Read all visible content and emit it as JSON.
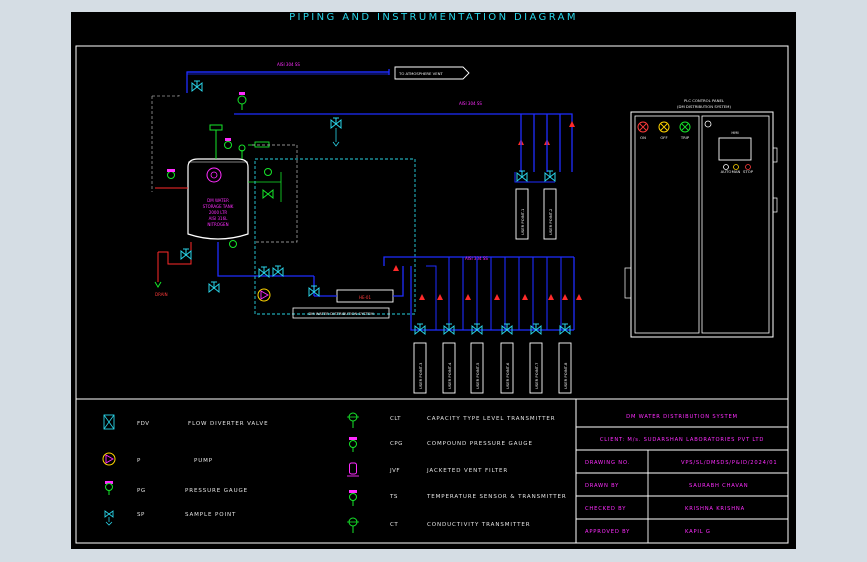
{
  "title": "PIPING AND INSTRUMENTATION DIAGRAM",
  "process": {
    "vent_line_label": "AISI 304 SS",
    "vent_destination": "TO ATMOSPHERE VENT",
    "supply_line_label": "AISI 304 SS",
    "return_line_label": "AISI 304 SS",
    "tank_label": [
      "DM WATER",
      "STORAGE TANK",
      "2000 LTR",
      "AISI 316L",
      "NITROGEN"
    ],
    "heat_exchanger_tag": "HE-01",
    "heat_exchanger_label": "DM WATER DISTRIBUTION SYSTEM",
    "user_points_top": [
      "USER POINT-1",
      "USER POINT-2"
    ],
    "user_points_bottom": [
      "USER POINT-3",
      "USER POINT-4",
      "USER POINT-5",
      "USER POINT-6",
      "USER POINT-7",
      "USER POINT-8"
    ],
    "drain_label": "DRAIN"
  },
  "panel": {
    "title": "PLC CONTROL PANEL",
    "subtitle": "(DM DISTRIBUTION SYSTEM)",
    "hmi_label": "HMI",
    "lamp_labels": [
      "ON",
      "OFF",
      "TRIP"
    ],
    "button_labels": [
      "AUTO",
      "MAN",
      "STOP"
    ]
  },
  "legend": {
    "left": [
      {
        "code": "FDV",
        "description": "FLOW DIVERTER VALVE",
        "icon": "flow-diverter-valve-icon"
      },
      {
        "code": "P",
        "description": "PUMP",
        "icon": "pump-icon"
      },
      {
        "code": "PG",
        "description": "PRESSURE GAUGE",
        "icon": "pressure-gauge-icon"
      },
      {
        "code": "SP",
        "description": "SAMPLE POINT",
        "icon": "sample-point-icon"
      }
    ],
    "right": [
      {
        "code": "CLT",
        "description": "CAPACITY TYPE LEVEL TRANSMITTER",
        "icon": "level-transmitter-icon"
      },
      {
        "code": "CPG",
        "description": "COMPOUND PRESSURE GAUGE",
        "icon": "compound-gauge-icon"
      },
      {
        "code": "JVF",
        "description": "JACKETED VENT FILTER",
        "icon": "vent-filter-icon"
      },
      {
        "code": "TS",
        "description": "TEMPERATURE SENSOR & TRANSMITTER",
        "icon": "temperature-sensor-icon"
      },
      {
        "code": "CT",
        "description": "CONDUCTIVITY TRANSMITTER",
        "icon": "conductivity-transmitter-icon"
      }
    ]
  },
  "title_block": {
    "project": "DM WATER DISTRIBUTION SYSTEM",
    "client": "CLIENT: M/s. SUDARSHAN LABORATORIES PVT LTD",
    "drawing_no_label": "DRAWING NO.",
    "drawing_no_value": "VPS/SL/DMSDS/P&ID/2024/01",
    "drawn_by_label": "DRAWN BY",
    "drawn_by_value": "SAURABH CHAVAN",
    "checked_by_label": "CHECKED BY",
    "checked_by_value": "KRISHNA KRISHNA",
    "approved_by_label": "APPROVED BY",
    "approved_by_value": "KAPIL G"
  },
  "colors": {
    "pipe": "#1e2dff",
    "instrument": "#16e62a",
    "annotation": "#ff2cff",
    "alarm": "#ff2a2a",
    "dashed_boundary": "#28d2e0",
    "title": "#2ad4e8"
  }
}
